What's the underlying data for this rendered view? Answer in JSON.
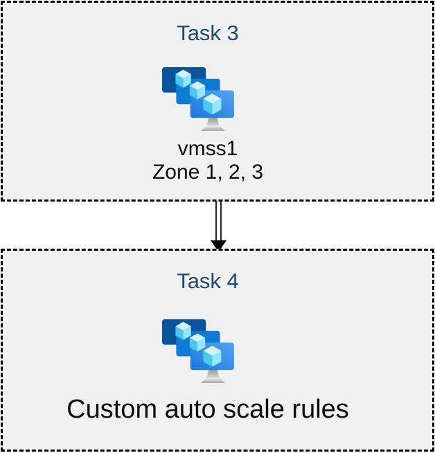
{
  "diagram": {
    "boxes": {
      "task3": {
        "title": "Task 3",
        "vm_name": "vmss1",
        "zones": "Zone 1, 2, 3",
        "icon": "vm-scale-set-icon"
      },
      "task4": {
        "title": "Task 4",
        "caption": "Custom auto scale rules",
        "icon": "vm-scale-set-icon"
      }
    },
    "connector": {
      "type": "double-line-arrow",
      "direction": "down",
      "from": "task3",
      "to": "task4"
    }
  },
  "colors": {
    "box-bg": "#F0F0F0",
    "box-border": "#000000",
    "title-blue": "#1B4A73",
    "label-color": "#0D0D0D",
    "arrow-color": "#000000",
    "monitor-back": "#09559C",
    "monitor-mid": "#0D7AD6",
    "monitor-front-light": "#54A5F2",
    "monitor-front-dark": "#1B76DE",
    "cube-top": "#D4F1FC",
    "cube-left": "#49C9EE",
    "cube-right": "#94E7FA",
    "stand-dark": "#9A9A9A",
    "stand-light": "#D8D8D8",
    "base-light": "#EDEDED",
    "base-dark": "#A6A6A6"
  }
}
